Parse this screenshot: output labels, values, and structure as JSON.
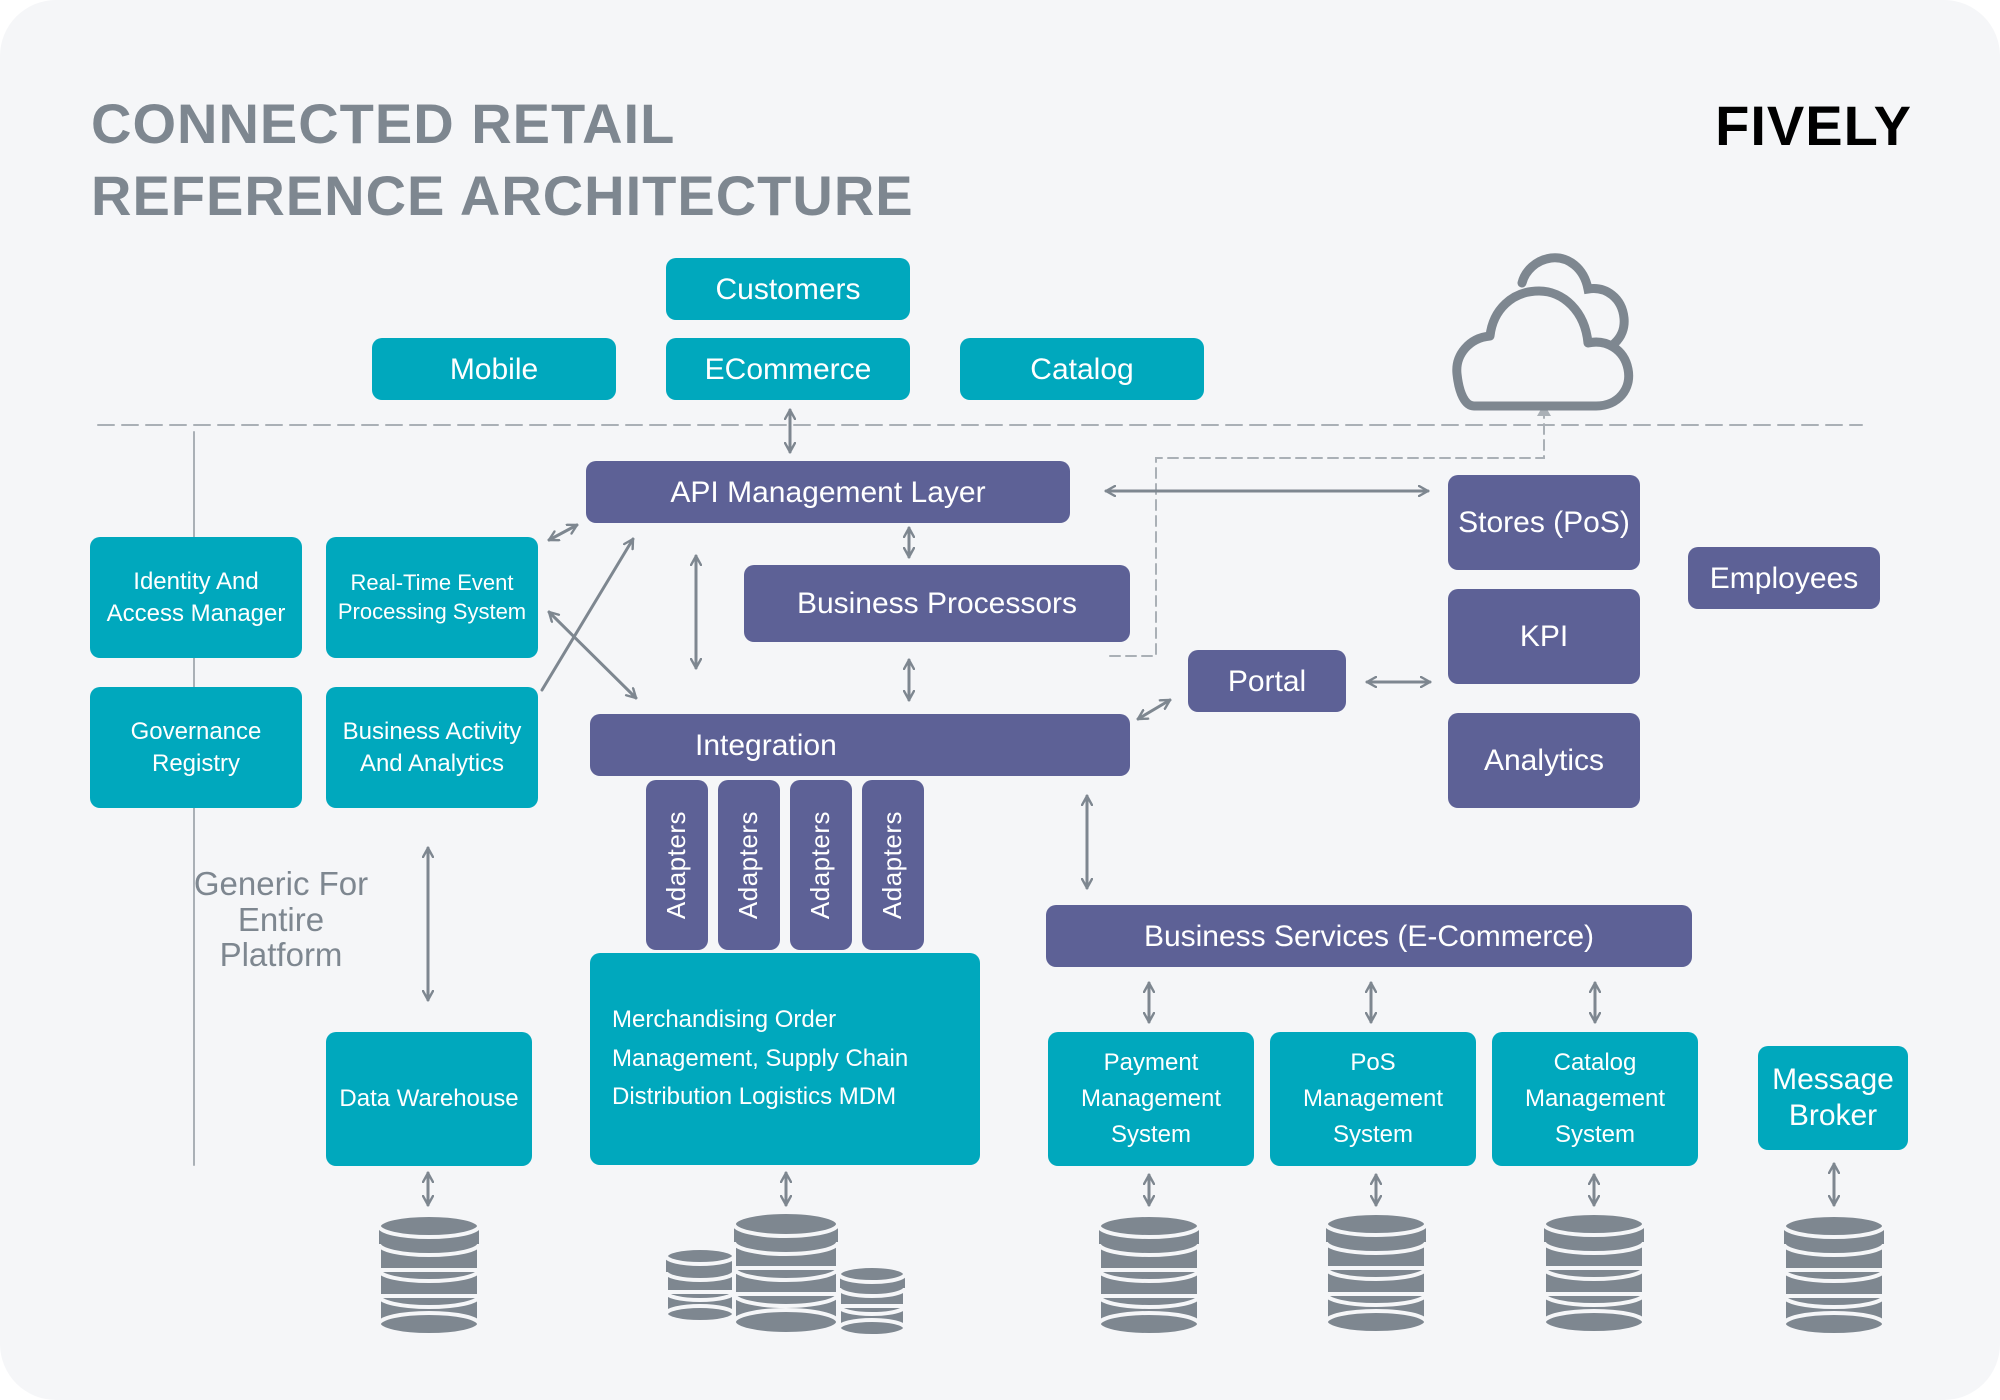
{
  "header": {
    "title_line1": "CONNECTED RETAIL",
    "title_line2": "REFERENCE ARCHITECTURE",
    "logo": "FIVELY"
  },
  "channels": {
    "customers": "Customers",
    "mobile": "Mobile",
    "ecommerce": "ECommerce",
    "catalog": "Catalog"
  },
  "core": {
    "api_management": "API Management Layer",
    "business_processors": "Business Processors",
    "integration": "Integration",
    "adapters": [
      "Adapters",
      "Adapters",
      "Adapters",
      "Adapters"
    ],
    "merchandising": "Merchandising Order Management, Supply Chain Distribution Logistics MDM",
    "business_services": "Business Services (E-Commerce)"
  },
  "platform": {
    "identity": "Identity And Access Manager",
    "realtime": "Real-Time Event Processing System",
    "governance": "Governance Registry",
    "bam": "Business Activity And Analytics",
    "generic_label": "Generic For Entire Platform",
    "data_warehouse": "Data Warehouse"
  },
  "store": {
    "stores_pos": "Stores (PoS)",
    "kpi": "KPI",
    "analytics": "Analytics",
    "employees": "Employees",
    "portal": "Portal"
  },
  "systems": {
    "payment": "Payment Management System",
    "pos": "PoS Management System",
    "catalog": "Catalog Management System",
    "message_broker": "Message Broker"
  },
  "colors": {
    "teal": "#00a8bd",
    "purple": "#5d6196",
    "gray": "#7e8790",
    "background": "#f5f6f8"
  },
  "icons": [
    "cloud-icon",
    "database-icon",
    "database-cluster-icon"
  ]
}
